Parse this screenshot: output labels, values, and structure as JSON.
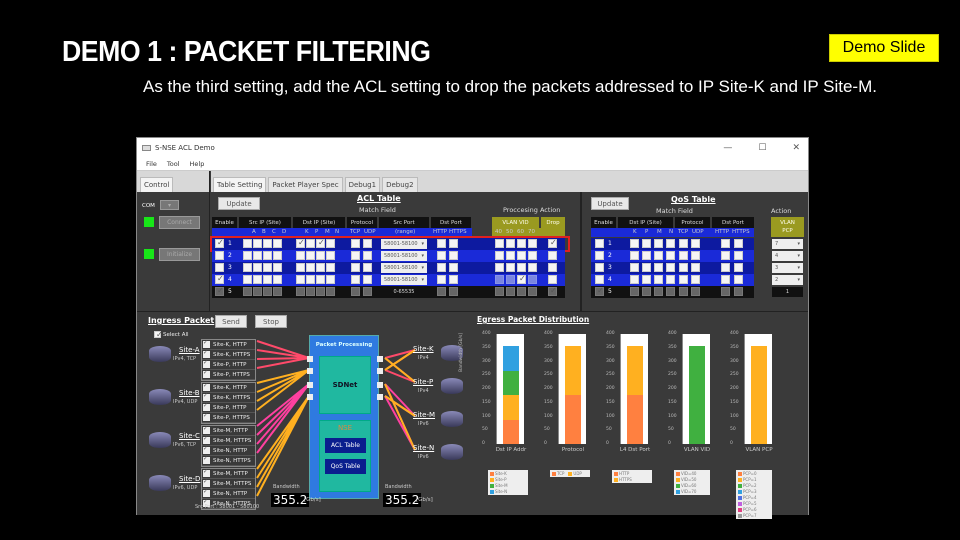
{
  "slide": {
    "title": "DEMO 1 :  PACKET FILTERING",
    "badge": "Demo Slide",
    "subtitle": "As the third setting, add the ACL setting to drop the packets addressed to IP Site-K and IP Site-M.",
    "badge_color": "#ffff00"
  },
  "window": {
    "title": "S-NSE ACL Demo",
    "controls": {
      "minimize": "—",
      "maximize": "☐",
      "close": "✕"
    },
    "menu": [
      "File",
      "Tool",
      "Help"
    ]
  },
  "control_panel": {
    "tab": "Control",
    "com_label": "COM",
    "com_value": "▾",
    "connect_label": "Connect",
    "initialize_label": "Initialize",
    "status_color": "#18e618"
  },
  "tabs": [
    "Table Setting",
    "Packet Player Spec",
    "Debug1",
    "Debug2"
  ],
  "acl": {
    "title": "ACL Table",
    "update_label": "Update",
    "match_field_label": "Match Field",
    "processing_action_label": "Proccesing Action",
    "headers": [
      "Enable",
      "Src IP (Site)",
      "Dst IP (Site)",
      "Protocol",
      "Src Port",
      "Dst Port",
      "VLAN VID",
      "Drop"
    ],
    "sub_src_ip": [
      "A",
      "B",
      "C",
      "D"
    ],
    "sub_dst_ip": [
      "K",
      "P",
      "M",
      "N"
    ],
    "sub_protocol": [
      "TCP",
      "UDP"
    ],
    "sub_src_port": "(range)",
    "sub_dst_port": [
      "HTTP",
      "HTTPS"
    ],
    "sub_vlan": [
      "40",
      "50",
      "60",
      "70"
    ],
    "rows": [
      {
        "num": "1",
        "enable": true,
        "src": [
          false,
          false,
          false,
          false
        ],
        "dst": [
          true,
          false,
          true,
          false
        ],
        "proto": [
          false,
          false
        ],
        "port": "58001-58100",
        "dport": [
          false,
          false
        ],
        "vlan": [
          false,
          false,
          false,
          false
        ],
        "drop": true,
        "highlight": true
      },
      {
        "num": "2",
        "enable": false,
        "src": [
          false,
          false,
          false,
          false
        ],
        "dst": [
          false,
          false,
          false,
          false
        ],
        "proto": [
          false,
          false
        ],
        "port": "58001-58100",
        "dport": [
          false,
          false
        ],
        "vlan": [
          false,
          false,
          false,
          false
        ],
        "drop": false
      },
      {
        "num": "3",
        "enable": false,
        "src": [
          false,
          false,
          false,
          false
        ],
        "dst": [
          false,
          false,
          false,
          false
        ],
        "proto": [
          false,
          false
        ],
        "port": "58001-58100",
        "dport": [
          false,
          false
        ],
        "vlan": [
          false,
          false,
          false,
          false
        ],
        "drop": false
      },
      {
        "num": "4",
        "enable": true,
        "src": [
          false,
          false,
          false,
          false
        ],
        "dst": [
          false,
          false,
          false,
          false
        ],
        "proto": [
          false,
          false
        ],
        "port": "58001-58100",
        "dport": [
          false,
          false
        ],
        "vlan": [
          false,
          false,
          true,
          false
        ],
        "drop": false
      },
      {
        "num": "5",
        "enable": true,
        "default": true,
        "port": "0-65535"
      }
    ]
  },
  "qos": {
    "title": "QoS Table",
    "update_label": "Update",
    "match_field_label": "Match Field",
    "action_label": "Action",
    "headers": [
      "Enable",
      "Dst IP (Site)",
      "Protocol",
      "Dst Port",
      "VLAN"
    ],
    "pcp_label": "PCP",
    "sub_dst_ip": [
      "K",
      "P",
      "M",
      "N"
    ],
    "sub_protocol": [
      "TCP",
      "UDP"
    ],
    "sub_dst_port": [
      "HTTP",
      "HTTPS"
    ],
    "rows": [
      {
        "num": "1",
        "pcp": "7"
      },
      {
        "num": "2",
        "pcp": "4"
      },
      {
        "num": "3",
        "pcp": "3"
      },
      {
        "num": "4",
        "pcp": "2"
      },
      {
        "num": "5",
        "pcp": "1",
        "default": true
      }
    ]
  },
  "ingress": {
    "title": "Ingress Packet",
    "send_label": "Send",
    "stop_label": "Stop",
    "select_all_label": "Select  All",
    "sites": [
      {
        "name": "Site-A",
        "info": "IPv4, TCP",
        "packets": [
          "Site-K, HTTP",
          "Site-K, HTTPS",
          "Site-P, HTTP",
          "Site-P, HTTPS"
        ]
      },
      {
        "name": "Site-B",
        "info": "IPv4, UDP",
        "packets": [
          "Site-K, HTTP",
          "Site-K, HTTPS",
          "Site-P, HTTP",
          "Site-P, HTTPS"
        ]
      },
      {
        "name": "Site-C",
        "info": "IPv6, TCP",
        "packets": [
          "Site-M, HTTP",
          "Site-M, HTTPS",
          "Site-N, HTTP",
          "Site-N, HTTPS"
        ]
      },
      {
        "name": "Site-D",
        "info": "IPv6, UDP",
        "packets": [
          "Site-M, HTTP",
          "Site-M, HTTPS",
          "Site-N, HTTP",
          "Site-N, HTTPS"
        ]
      }
    ],
    "src_port_note": "Src Port : 58001 - 580100",
    "bandwidth_label": "Bandwidth",
    "bandwidth_value": "355.2",
    "bandwidth_unit": "[Gb/s]"
  },
  "processing": {
    "title": "Packet Processing",
    "sdnet": "SDNet",
    "nse": "NSE",
    "acl_table": "ACL Table",
    "qos_table": "QoS Table",
    "out_bandwidth_label": "Bandwidth",
    "out_bandwidth_value": "355.2",
    "out_bandwidth_unit": "[Gb/s]"
  },
  "egress_sites": [
    {
      "name": "Site-K",
      "info": "IPv4"
    },
    {
      "name": "Site-P",
      "info": "IPv4"
    },
    {
      "name": "Site-M",
      "info": "IPv6"
    },
    {
      "name": "Site-N",
      "info": "IPv6"
    }
  ],
  "egress": {
    "title": "Egress Packet Distribution",
    "ylabel": "Bandwidth [Gb/s]"
  },
  "chart_data": [
    {
      "type": "bar",
      "title": "Dst IP Addr",
      "ylabel": "Bandwidth [Gb/s]",
      "ylim": [
        0,
        400
      ],
      "ticks": [
        0,
        50,
        100,
        150,
        200,
        250,
        300,
        350,
        400
      ],
      "series": [
        {
          "name": "Site-K",
          "value": 88.8,
          "color": "#ff8040"
        },
        {
          "name": "Site-P",
          "value": 88.8,
          "color": "#ffb020"
        },
        {
          "name": "Site-M",
          "value": 88.8,
          "color": "#40b040"
        },
        {
          "name": "Site-N",
          "value": 88.8,
          "color": "#30a0e0"
        }
      ],
      "legend": [
        "Site-K",
        "Site-P",
        "Site-M",
        "Site-N"
      ]
    },
    {
      "type": "bar",
      "title": "Protocol",
      "ylim": [
        0,
        400
      ],
      "series": [
        {
          "name": "TCP",
          "value": 177.6,
          "color": "#ff8040"
        },
        {
          "name": "UDP",
          "value": 177.6,
          "color": "#ffb020"
        }
      ],
      "legend": [
        "TCP",
        "UDP"
      ]
    },
    {
      "type": "bar",
      "title": "L4 Dst Port",
      "ylim": [
        0,
        400
      ],
      "series": [
        {
          "name": "HTTP",
          "value": 177.6,
          "color": "#ff8040"
        },
        {
          "name": "HTTPS",
          "value": 177.6,
          "color": "#ffb020"
        }
      ],
      "legend": [
        "HTTP",
        "HTTPS"
      ]
    },
    {
      "type": "bar",
      "title": "VLAN VID",
      "ylim": [
        0,
        400
      ],
      "series": [
        {
          "name": "VID=60",
          "value": 355.2,
          "color": "#40b040"
        }
      ],
      "legend": [
        "VID=40",
        "VID=50",
        "VID=60",
        "VID=70"
      ]
    },
    {
      "type": "bar",
      "title": "VLAN PCP",
      "ylim": [
        0,
        400
      ],
      "series": [
        {
          "name": "PCP=1",
          "value": 355.2,
          "color": "#ffb020"
        }
      ],
      "legend": [
        "PCP=0",
        "PCP=1",
        "PCP=2",
        "PCP=3",
        "PCP=4",
        "PCP=5",
        "PCP=6",
        "PCP=7"
      ]
    }
  ]
}
